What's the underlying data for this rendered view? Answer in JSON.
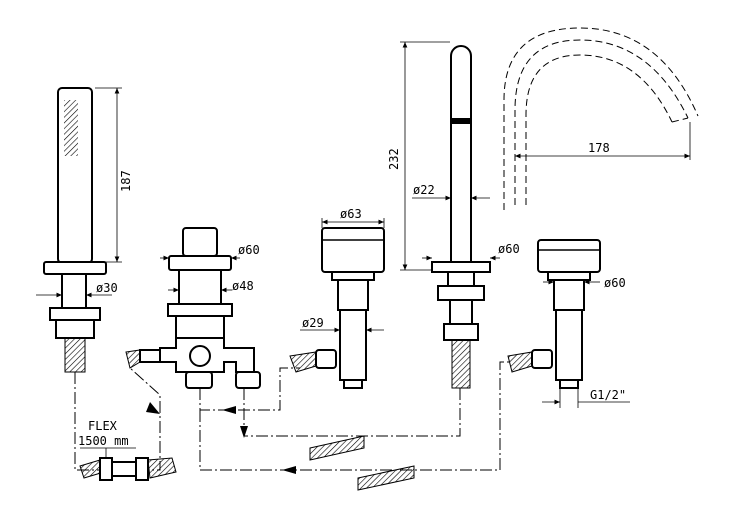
{
  "dimensions": {
    "hand_shower_length": "187",
    "hand_shower_diameter": "ø30",
    "diverter_top_diameter": "ø60",
    "diverter_body_diameter": "ø48",
    "valve_handle_diameter": "ø63",
    "valve_stem_diameter": "ø29",
    "spout_height": "232",
    "spout_tube_diameter": "ø22",
    "spout_base_diameter": "ø60",
    "spout_reach": "178",
    "right_valve_base_diameter": "ø60",
    "connection_thread": "G1/2\""
  },
  "hose": {
    "label": "FLEX",
    "length": "1500 mm"
  }
}
